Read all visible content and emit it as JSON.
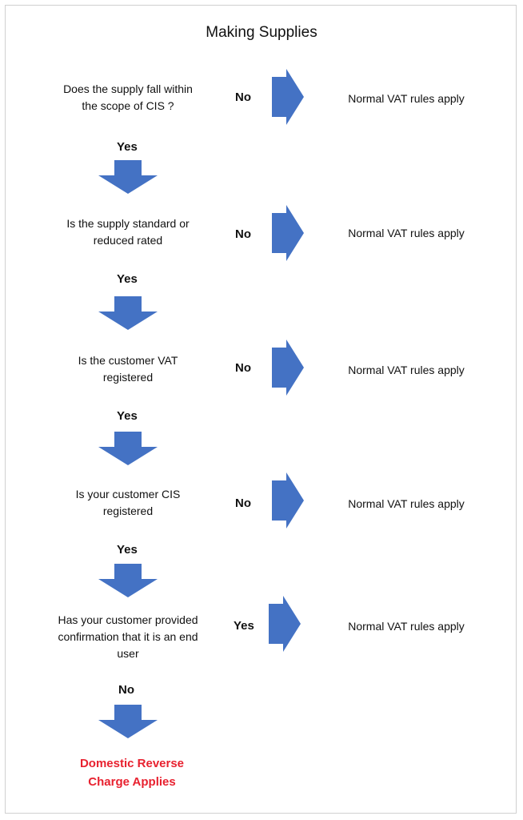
{
  "title": "Making Supplies",
  "colors": {
    "arrow": "#4472C4",
    "final": "#E8212F"
  },
  "steps": [
    {
      "question": [
        "Does the supply fall within",
        "the scope of CIS  ?"
      ],
      "side_label": "No",
      "outcome": "Normal VAT rules apply",
      "down_label": "Yes"
    },
    {
      "question": [
        "Is the supply standard or",
        "reduced rated"
      ],
      "side_label": "No",
      "outcome": "Normal VAT rules apply",
      "down_label": "Yes"
    },
    {
      "question": [
        "Is the customer VAT",
        "registered"
      ],
      "side_label": "No",
      "outcome": "Normal VAT rules apply",
      "down_label": "Yes"
    },
    {
      "question": [
        "Is your customer CIS",
        "registered"
      ],
      "side_label": "No",
      "outcome": "Normal VAT rules apply",
      "down_label": "Yes"
    },
    {
      "question": [
        "Has your customer provided",
        "confirmation that it is an end",
        "user"
      ],
      "side_label": "Yes",
      "outcome": "Normal VAT rules apply",
      "down_label": "No"
    }
  ],
  "final": [
    "Domestic Reverse",
    "Charge Applies"
  ]
}
